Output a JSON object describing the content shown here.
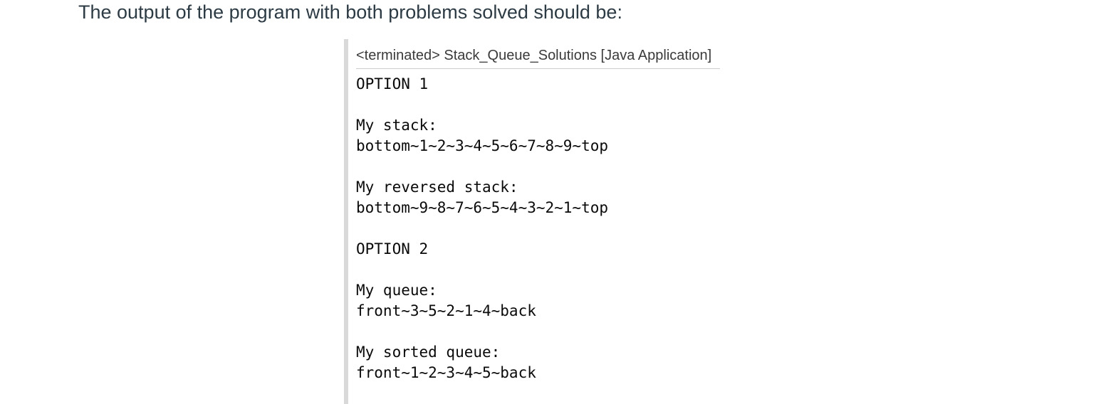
{
  "heading": "The output of the program with both problems solved should be:",
  "console": {
    "title": "<terminated> Stack_Queue_Solutions [Java Application]",
    "output_lines": [
      "OPTION 1",
      "",
      "My stack:",
      "bottom~1~2~3~4~5~6~7~8~9~top",
      "",
      "My reversed stack:",
      "bottom~9~8~7~6~5~4~3~2~1~top",
      "",
      "OPTION 2",
      "",
      "My queue:",
      "front~3~5~2~1~4~back",
      "",
      "My sorted queue:",
      "front~1~2~3~4~5~back"
    ]
  },
  "colors": {
    "background": "#ffffff",
    "heading_text": "#2d3b45",
    "console_title_text": "#3a3a3a",
    "console_output_text": "#0a0a0a",
    "title_underline": "#cccccc",
    "console_left_bar": "#d9d9d9"
  }
}
